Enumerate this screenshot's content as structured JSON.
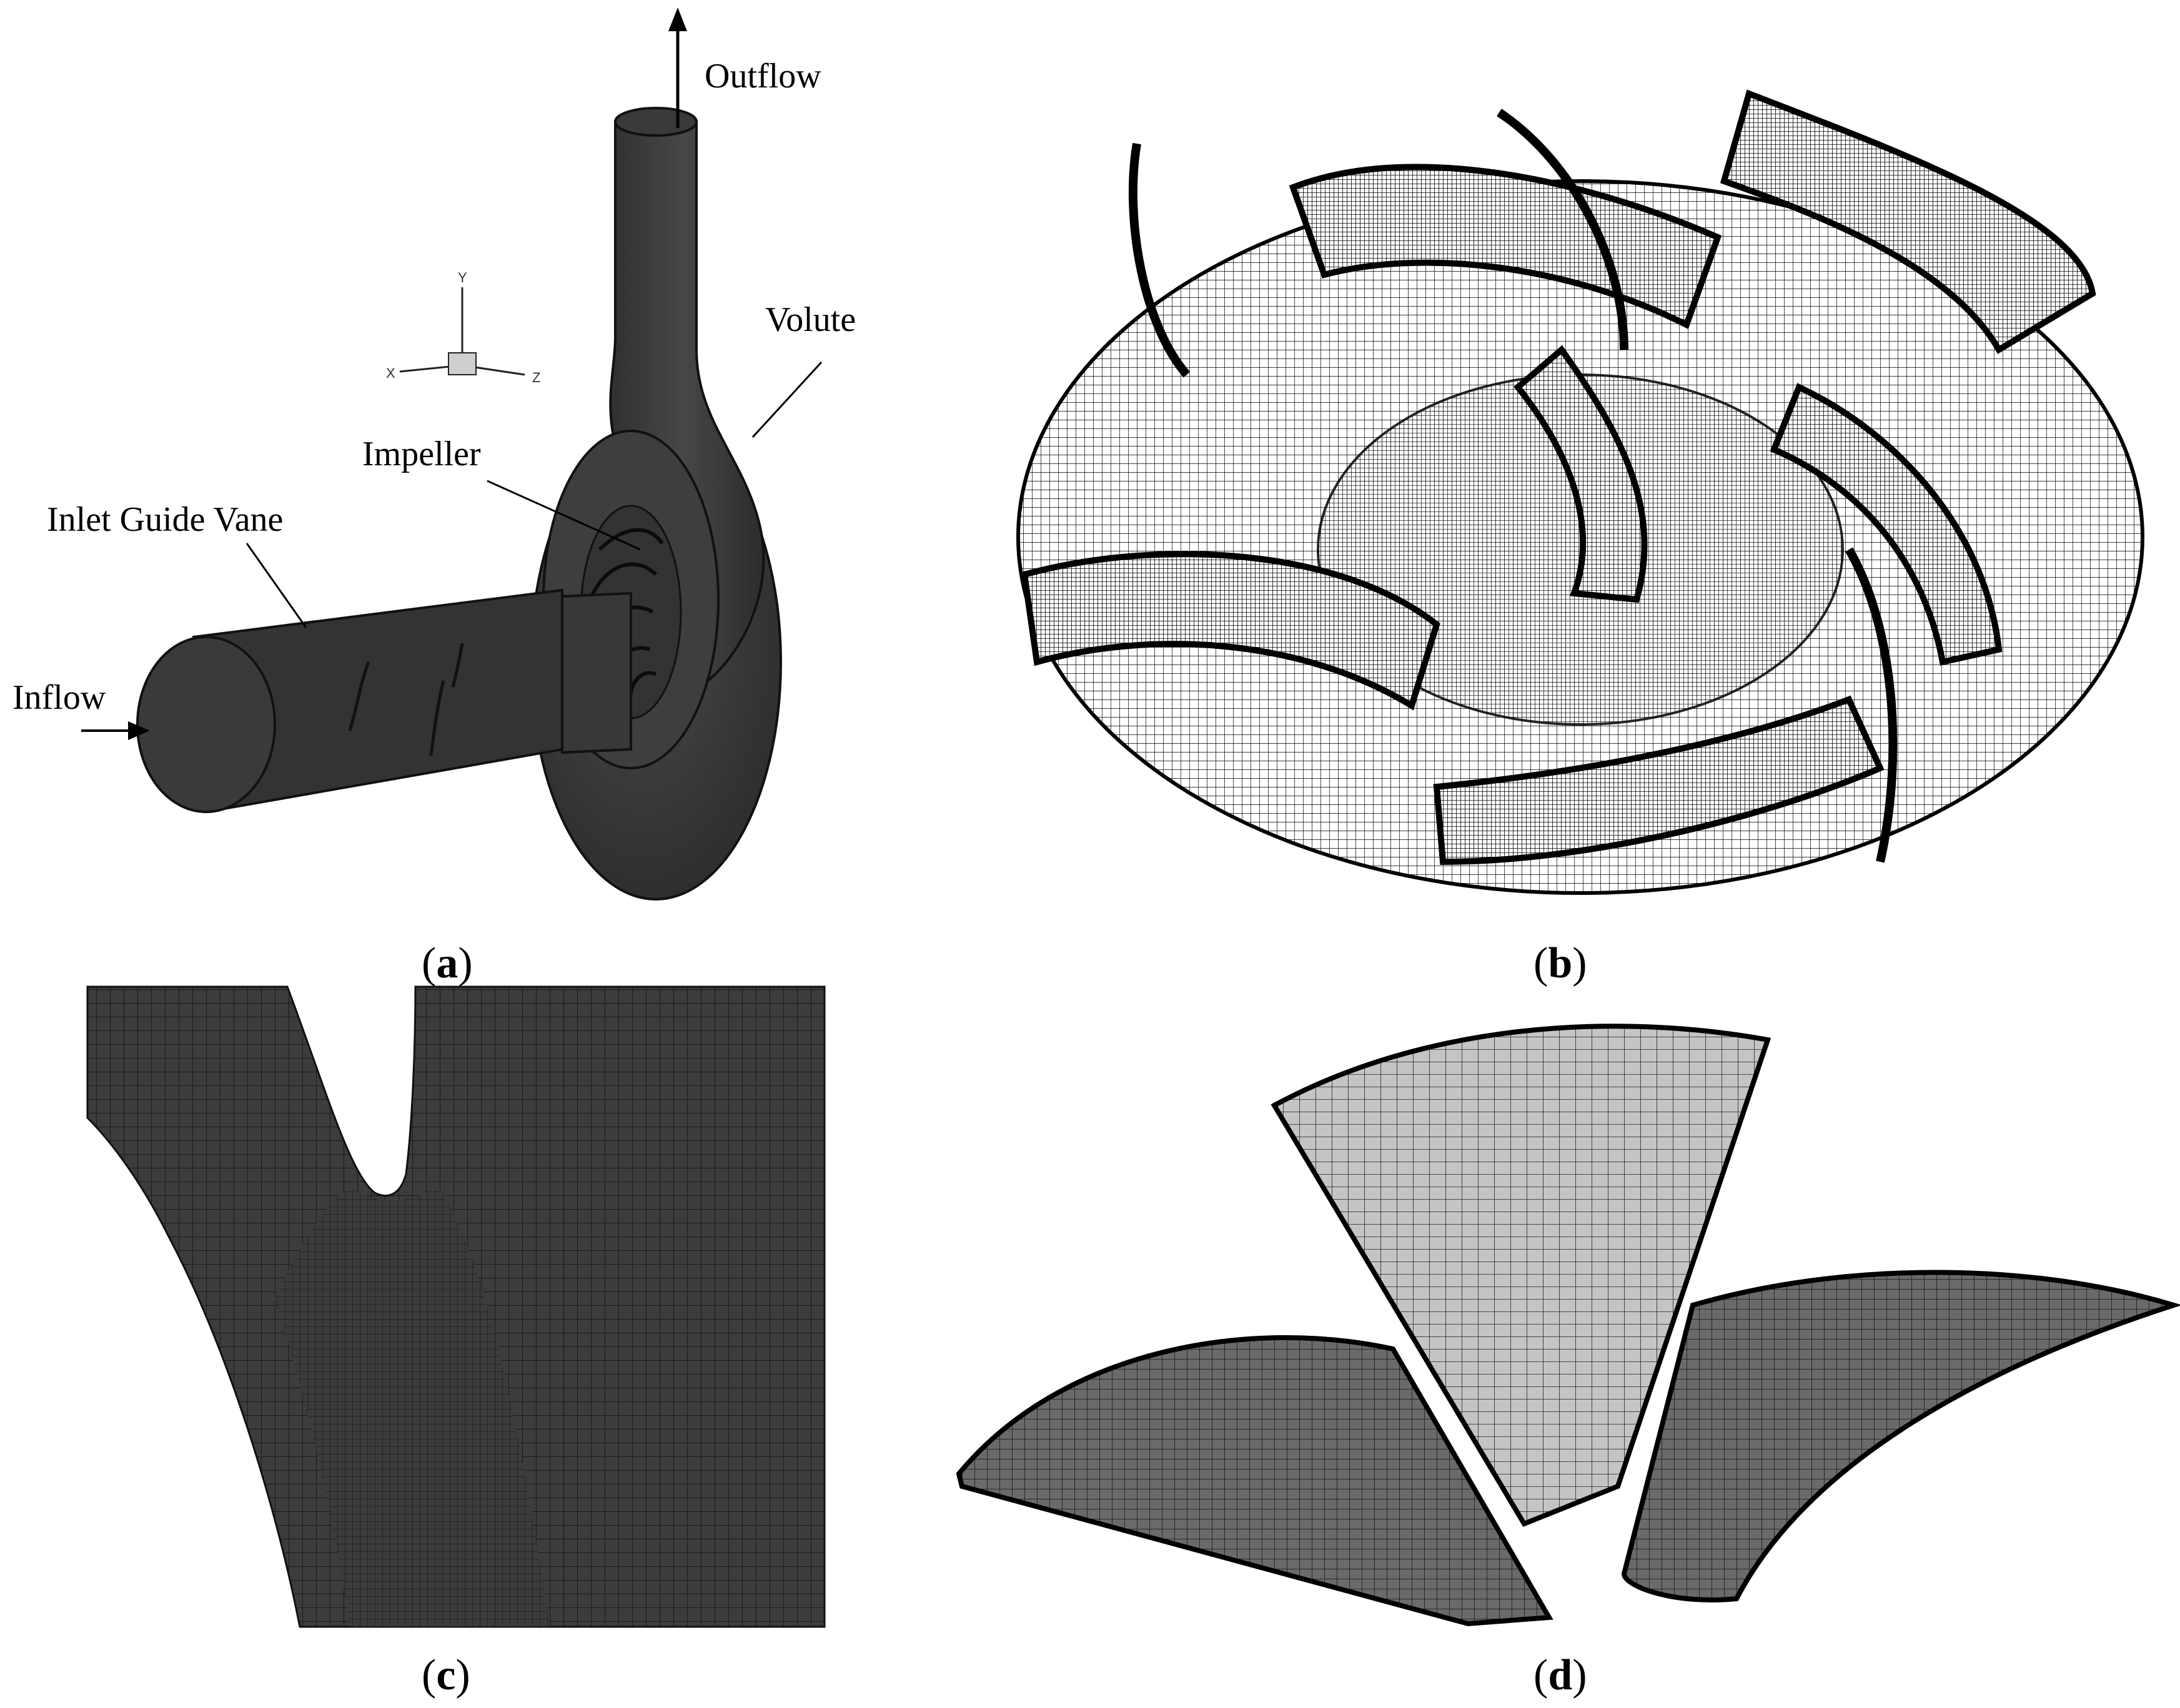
{
  "panels": {
    "a": {
      "caption_letter": "a",
      "labels": {
        "outflow": "Outflow",
        "volute": "Volute",
        "impeller": "Impeller",
        "inlet_guide_vane": "Inlet Guide Vane",
        "inflow": "Inflow"
      },
      "axes": {
        "x": "X",
        "y": "Y",
        "z": "Z"
      }
    },
    "b": {
      "caption_letter": "b"
    },
    "c": {
      "caption_letter": "c"
    },
    "d": {
      "caption_letter": "d"
    }
  },
  "colors": {
    "solid_dark": "#3a3a3a",
    "mesh_dark": "#2e2e2e",
    "mesh_light": "#bdbdbd",
    "line": "#000000"
  }
}
